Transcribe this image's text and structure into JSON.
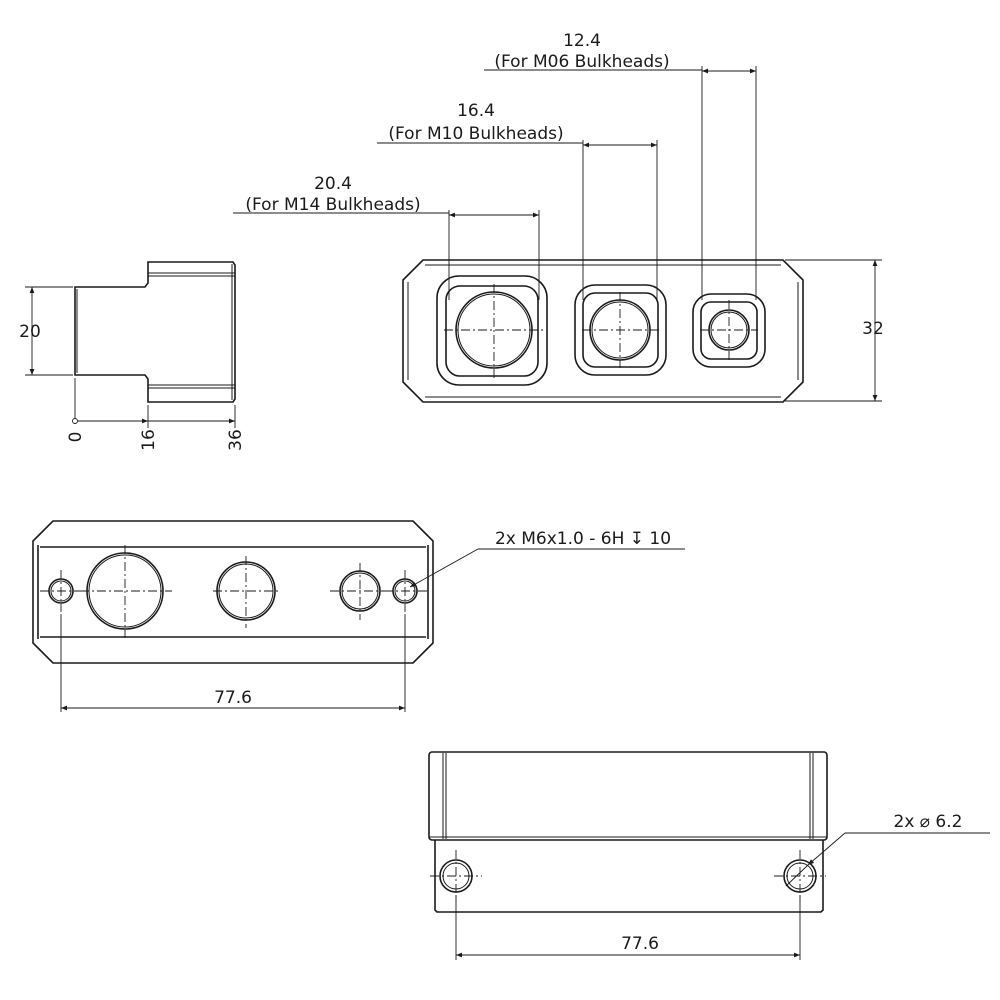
{
  "dimensions": {
    "m06": {
      "value": "12.4",
      "note": "(For M06 Bulkheads)"
    },
    "m10": {
      "value": "16.4",
      "note": "(For M10 Bulkheads)"
    },
    "m14": {
      "value": "20.4",
      "note": "(For M14 Bulkheads)"
    },
    "height": "32",
    "side_width": "20",
    "side_ticks": [
      "0",
      "16",
      "36"
    ],
    "front_spacing": "77.6",
    "thread_callout": "2x M6x1.0 - 6H ↧ 10",
    "bottom_spacing": "77.6",
    "hole_callout": "2x ⌀ 6.2"
  },
  "colors": {
    "line": "#1a1a1a",
    "background": "#ffffff"
  }
}
